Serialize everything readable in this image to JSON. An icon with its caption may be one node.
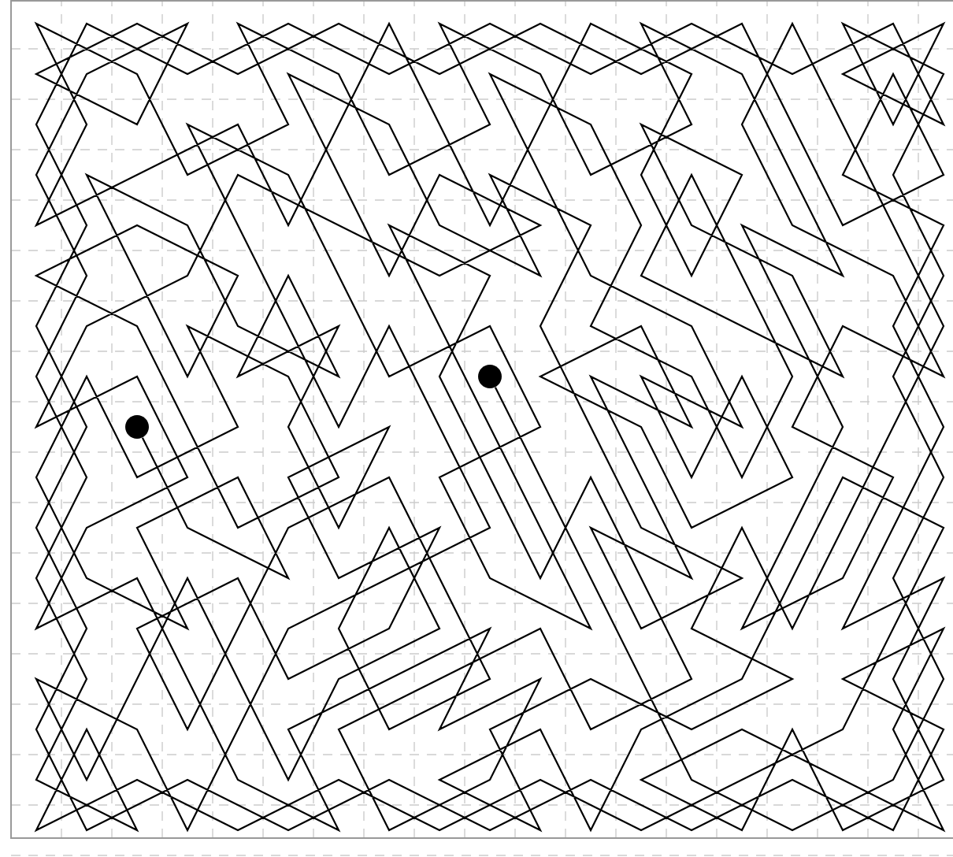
{
  "diagram": {
    "nodes": [
      {
        "text": [],
        "shape": "circle"
      },
      {
        "text": [],
        "shape": "circle"
      }
    ],
    "edges": [
      {
        "from": 0,
        "to": 1,
        "arrow": "none"
      }
    ]
  }
}
